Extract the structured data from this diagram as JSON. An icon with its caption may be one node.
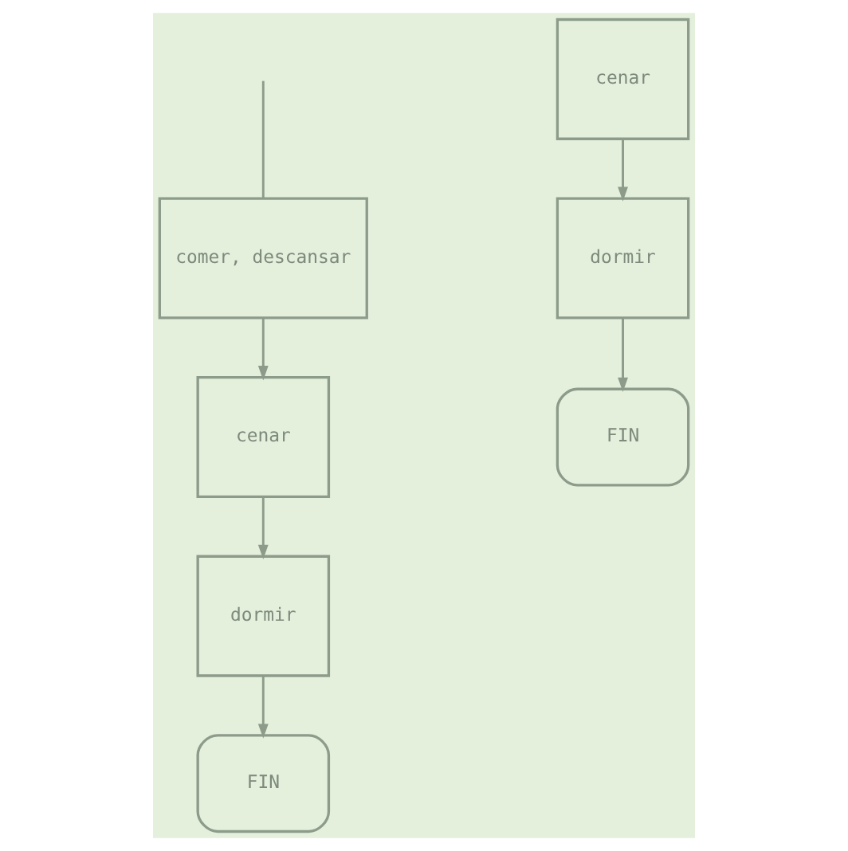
{
  "diagram": {
    "nodes": [
      {
        "text": [
          "comer, descansar"
        ]
      },
      {
        "text": [
          "cenar"
        ]
      },
      {
        "text": [
          "dormir"
        ]
      },
      {
        "text": [
          "FIN"
        ]
      },
      {
        "text": [
          "cenar"
        ]
      },
      {
        "text": [
          "dormir"
        ]
      },
      {
        "text": [
          "FIN"
        ]
      }
    ],
    "edges": [
      {
        "from": null,
        "to": 0,
        "arrow": "none"
      },
      {
        "from": 0,
        "to": 1,
        "arrow": "to"
      },
      {
        "from": 1,
        "to": 2,
        "arrow": "to"
      },
      {
        "from": 2,
        "to": 3,
        "arrow": "to"
      },
      {
        "from": 4,
        "to": 5,
        "arrow": "to"
      },
      {
        "from": 5,
        "to": 6,
        "arrow": "to"
      }
    ]
  }
}
